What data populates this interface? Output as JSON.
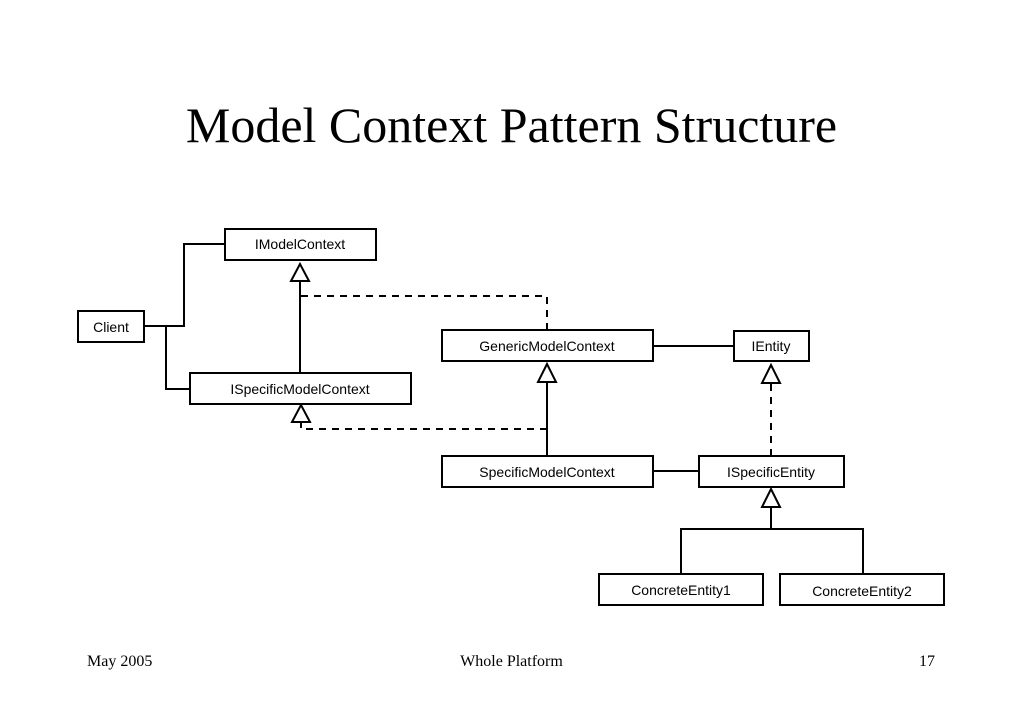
{
  "slide": {
    "title": "Model Context Pattern Structure",
    "footer": {
      "date": "May 2005",
      "center": "Whole Platform",
      "page": "17"
    }
  },
  "diagram": {
    "classes": {
      "imodelcontext": "IModelContext",
      "client": "Client",
      "ispecificmodelcontext": "ISpecificModelContext",
      "genericmodelcontext": "GenericModelContext",
      "ientity": "IEntity",
      "specificmodelcontext": "SpecificModelContext",
      "ispecificentity": "ISpecificEntity",
      "concreteentity1": "ConcreteEntity1",
      "concreteentity2": "ConcreteEntity2"
    },
    "relations": [
      {
        "from": "Client",
        "to": "IModelContext",
        "kind": "association"
      },
      {
        "from": "Client",
        "to": "ISpecificModelContext",
        "kind": "association"
      },
      {
        "from": "ISpecificModelContext",
        "to": "IModelContext",
        "kind": "generalization"
      },
      {
        "from": "GenericModelContext",
        "to": "IModelContext",
        "kind": "realization"
      },
      {
        "from": "SpecificModelContext",
        "to": "ISpecificModelContext",
        "kind": "realization"
      },
      {
        "from": "SpecificModelContext",
        "to": "GenericModelContext",
        "kind": "generalization"
      },
      {
        "from": "GenericModelContext",
        "to": "IEntity",
        "kind": "association"
      },
      {
        "from": "SpecificModelContext",
        "to": "ISpecificEntity",
        "kind": "association"
      },
      {
        "from": "ISpecificEntity",
        "to": "IEntity",
        "kind": "realization"
      },
      {
        "from": "ConcreteEntity1",
        "to": "ISpecificEntity",
        "kind": "generalization"
      },
      {
        "from": "ConcreteEntity2",
        "to": "ISpecificEntity",
        "kind": "generalization"
      }
    ]
  }
}
